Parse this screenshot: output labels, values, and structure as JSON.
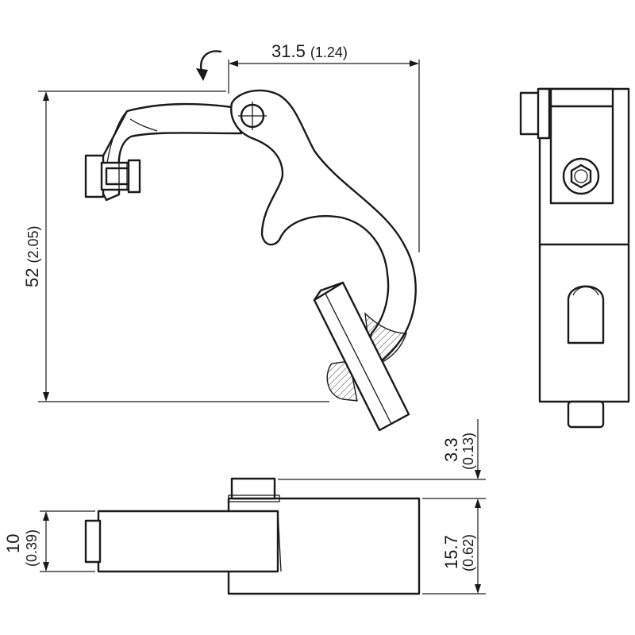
{
  "dimensions": {
    "width": {
      "value": "31.5",
      "inch": "(1.24)"
    },
    "height": {
      "value": "52",
      "inch": "(2.05)"
    },
    "offset": {
      "value": "3.3",
      "inch": "(0.13)"
    },
    "body_thickness": {
      "value": "15.7",
      "inch": "(0.62)"
    },
    "arm_thickness": {
      "value": "10",
      "inch": "(0.39)"
    }
  }
}
